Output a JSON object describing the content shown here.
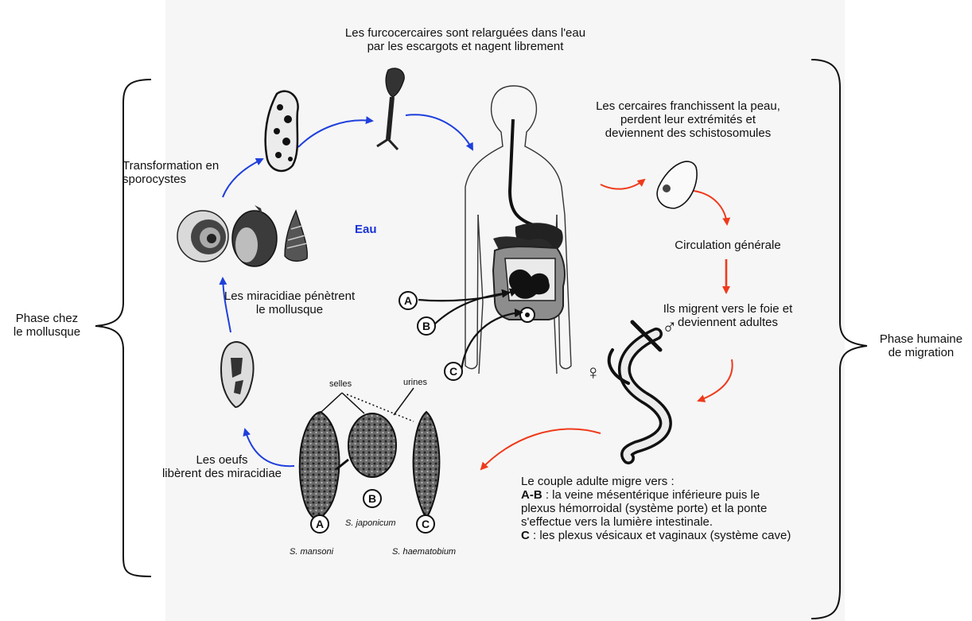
{
  "water_label": "Eau",
  "braces": {
    "left": [
      "Phase chez",
      "le mollusque"
    ],
    "right": [
      "Phase humaine",
      "de migration"
    ]
  },
  "steps": {
    "furcocercaires": [
      "Les furcocercaires sont relarguées dans l'eau",
      "par les escargots et nagent librement"
    ],
    "cercaires": [
      "Les cercaires franchissent la peau,",
      "perdent leur extrémités et",
      "deviennent des schistosomules"
    ],
    "circulation": "Circulation générale",
    "migration": [
      "Ils migrent vers le foie et",
      "deviennent adultes"
    ],
    "sporocystes": [
      "Transformation en",
      "sporocystes"
    ],
    "miracidiae": [
      "Les miracidiae pénètrent",
      "le mollusque"
    ],
    "oeufs": [
      "Les oeufs",
      "libèrent des miracidiae"
    ]
  },
  "couple": {
    "intro": "Le couple adulte migre vers :",
    "ab_key": "A-B",
    "ab_text": [
      " : la veine mésentérique inférieure puis le",
      "plexus hémorroidal (système porte) et la ponte",
      "s'effectue vers la lumière intestinale."
    ],
    "c_key": "C",
    "c_text": " : les plexus vésicaux et vaginaux (système cave)"
  },
  "egg_labels": {
    "selles": "selles",
    "urines": "urines"
  },
  "species": {
    "mansoni": "S. mansoni",
    "japonicum": "S. japonicum",
    "haematobium": "S. haematobium"
  },
  "markers": {
    "a": "A",
    "b": "B",
    "c": "C"
  },
  "symbols": {
    "male": "♂",
    "female": "♀"
  },
  "colors": {
    "blue_arrow": "#1f3fdc",
    "red_arrow": "#ef3a1b",
    "panel_bg": "#f6f6f6"
  }
}
